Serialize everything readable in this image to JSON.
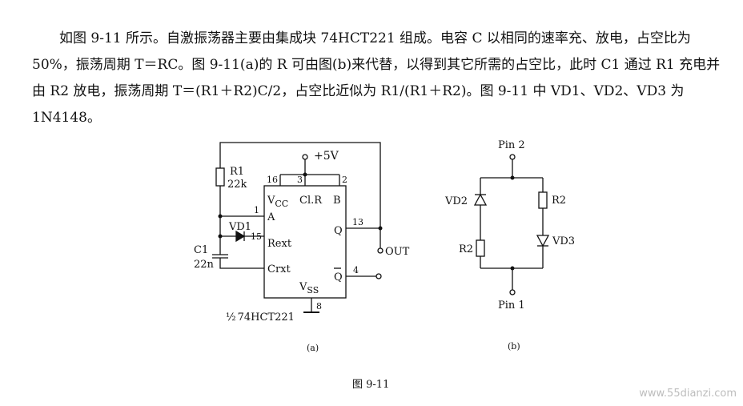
{
  "text": {
    "paragraph": "如图 9-11 所示。自激振荡器主要由集成块 74HCT221 组成。电容 C 以相同的速率充、放电，占空比为 50%，振荡周期 T＝RC。图 9-11(a)的 R 可由图(b)来代替，以得到其它所需的占空比，此时 C1 通过 R1 充电并由 R2 放电，振荡周期 T＝(R1＋R2)C/2，占空比近似为 R1/(R1＋R2)。图 9-11 中 VD1、VD2、VD3 为 1N4148。"
  },
  "circuit_a": {
    "supply": "+5V",
    "r1_name": "R1",
    "r1_value": "22k",
    "vd1": "VD1",
    "c1_name": "C1",
    "c1_value": "22n",
    "chip_name_fraction": "½",
    "chip_name": "74HCT221",
    "pin_vcc": "V",
    "pin_vcc_sub": "CC",
    "pin_clr": "Cl.R",
    "pin_b": "B",
    "pin_a": "A",
    "pin_rext": "Rext",
    "pin_cext": "Crxt",
    "pin_q": "Q",
    "pin_qbar": "Q",
    "pin_vss": "V",
    "pin_vss_sub": "SS",
    "num_16": "16",
    "num_3": "3",
    "num_2": "2",
    "num_1": "1",
    "num_15": "15",
    "num_13": "13",
    "num_4": "4",
    "num_8": "8",
    "out": "OUT",
    "caption": "(a)"
  },
  "circuit_b": {
    "pin2": "Pin 2",
    "pin1": "Pin 1",
    "vd2": "VD2",
    "vd3": "VD3",
    "r2_left": "R2",
    "r2_right": "R2",
    "caption": "(b)"
  },
  "figure_caption": "图 9-11",
  "watermark": "www.55dianzi.com"
}
